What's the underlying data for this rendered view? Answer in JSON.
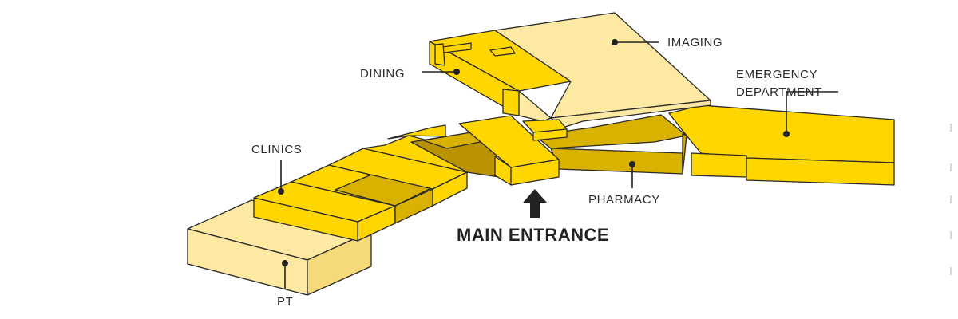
{
  "diagram": {
    "labels": {
      "imaging": "IMAGING",
      "dining": "DINING",
      "emergency_line1": "EMERGENCY",
      "emergency_line2": "DEPARTMENT",
      "clinics": "CLINICS",
      "pharmacy": "PHARMACY",
      "pt": "PT",
      "main_entrance": "MAIN ENTRANCE"
    },
    "colors": {
      "bright_yellow": "#FFD600",
      "light_yellow": "#FDE9A2",
      "dark_yellow": "#D9B100",
      "darkest_yellow": "#B89200",
      "outline": "#2a2a2a",
      "text": "#2b2b2b"
    }
  }
}
